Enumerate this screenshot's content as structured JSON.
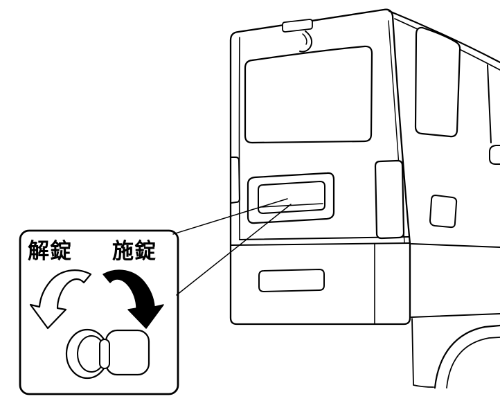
{
  "diagram": {
    "callout": {
      "unlock_label": "解錠",
      "lock_label": "施錠"
    },
    "icons": {
      "unlock_arrow": "counterclockwise-open-rotation-arrow",
      "lock_arrow": "clockwise-filled-rotation-arrow",
      "key_cylinder": "rear-door-key-cylinder",
      "vehicle": "van-rear-three-quarter-view"
    },
    "colors": {
      "line": "#000000",
      "background": "#ffffff",
      "lock_arrow_fill": "#000000",
      "unlock_arrow_fill": "#ffffff"
    }
  }
}
